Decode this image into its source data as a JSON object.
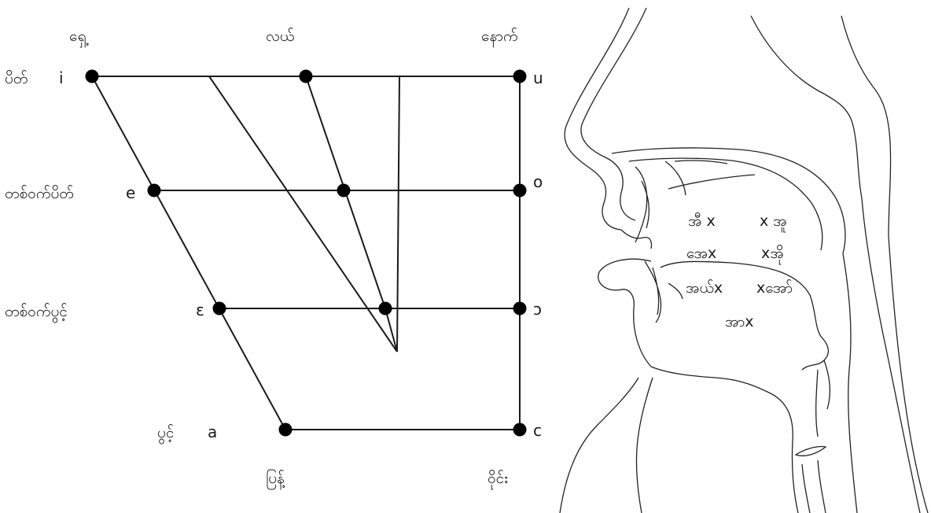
{
  "chart": {
    "column_labels": {
      "front": "ရှေ့",
      "central": "လယ်",
      "back": "နောက်"
    },
    "row_labels": {
      "close": "ပိတ်",
      "close_mid": "တစ်ဝက်ပိတ်",
      "open_mid": "တစ်ဝက်ပွင့်",
      "open": "ပွင့်"
    },
    "bottom_labels": {
      "unrounded": "ပြန့်",
      "rounded": "ဝိုင်း"
    },
    "vowels": {
      "i": "i",
      "e": "e",
      "epsilon": "ɛ",
      "a": "a",
      "u": "u",
      "o": "o",
      "open_o": "ɔ",
      "c": "c"
    }
  },
  "head": {
    "labels": {
      "row1_left": "အီ x",
      "row1_right": "x အူ",
      "row2_left": "အေx",
      "row2_right": "xအို",
      "row3_left": "အယ်x",
      "row3_right": "xအော်",
      "row4": "အာx"
    }
  }
}
